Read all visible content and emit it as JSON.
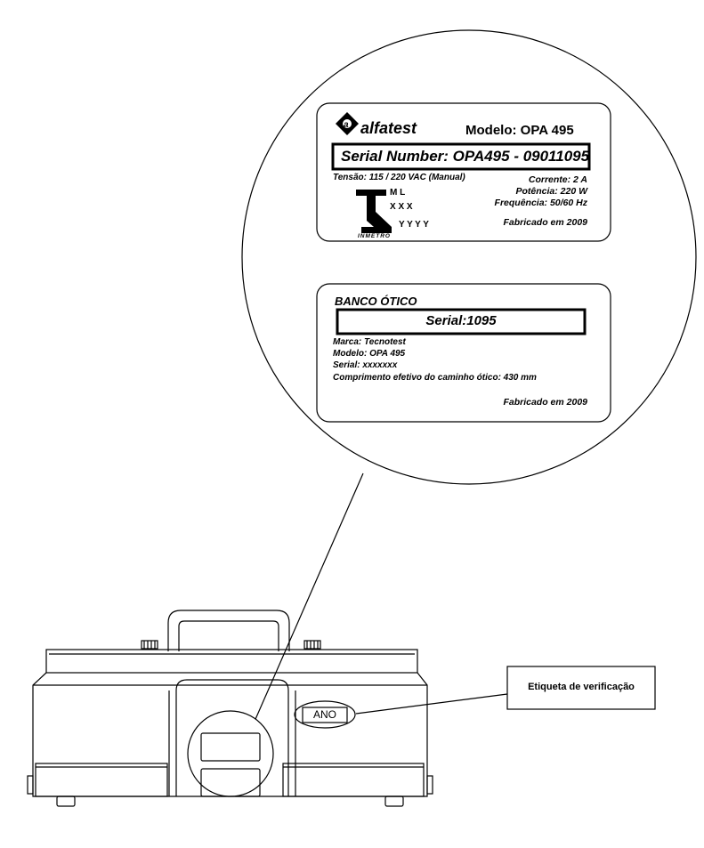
{
  "label1": {
    "brand": "alfatest",
    "model_line": "Modelo: OPA 495",
    "serial_line": "Serial Number: OPA495 - 09011095",
    "tension": "Tensão: 115 / 220 VAC (Manual)",
    "current": "Corrente: 2 A",
    "power": "Potência: 220 W",
    "frequency": "Frequência: 50/60 Hz",
    "made": "Fabricado em 2009",
    "inmetro": {
      "ml": "M L",
      "xxx": "X X X",
      "yyyy": "Y Y Y Y",
      "name": "INMETRO"
    }
  },
  "label2": {
    "title": "BANCO ÓTICO",
    "serial_box": "Serial:1095",
    "brand": "Marca: Tecnotest",
    "model": "Modelo: OPA 495",
    "serial": "Serial: xxxxxxx",
    "length": "Comprimento efetivo do caminho ótico: 430 mm",
    "made": "Fabricado em 2009"
  },
  "device": {
    "year_tag": "ANO"
  },
  "callout": {
    "text": "Etiqueta de verificação"
  }
}
